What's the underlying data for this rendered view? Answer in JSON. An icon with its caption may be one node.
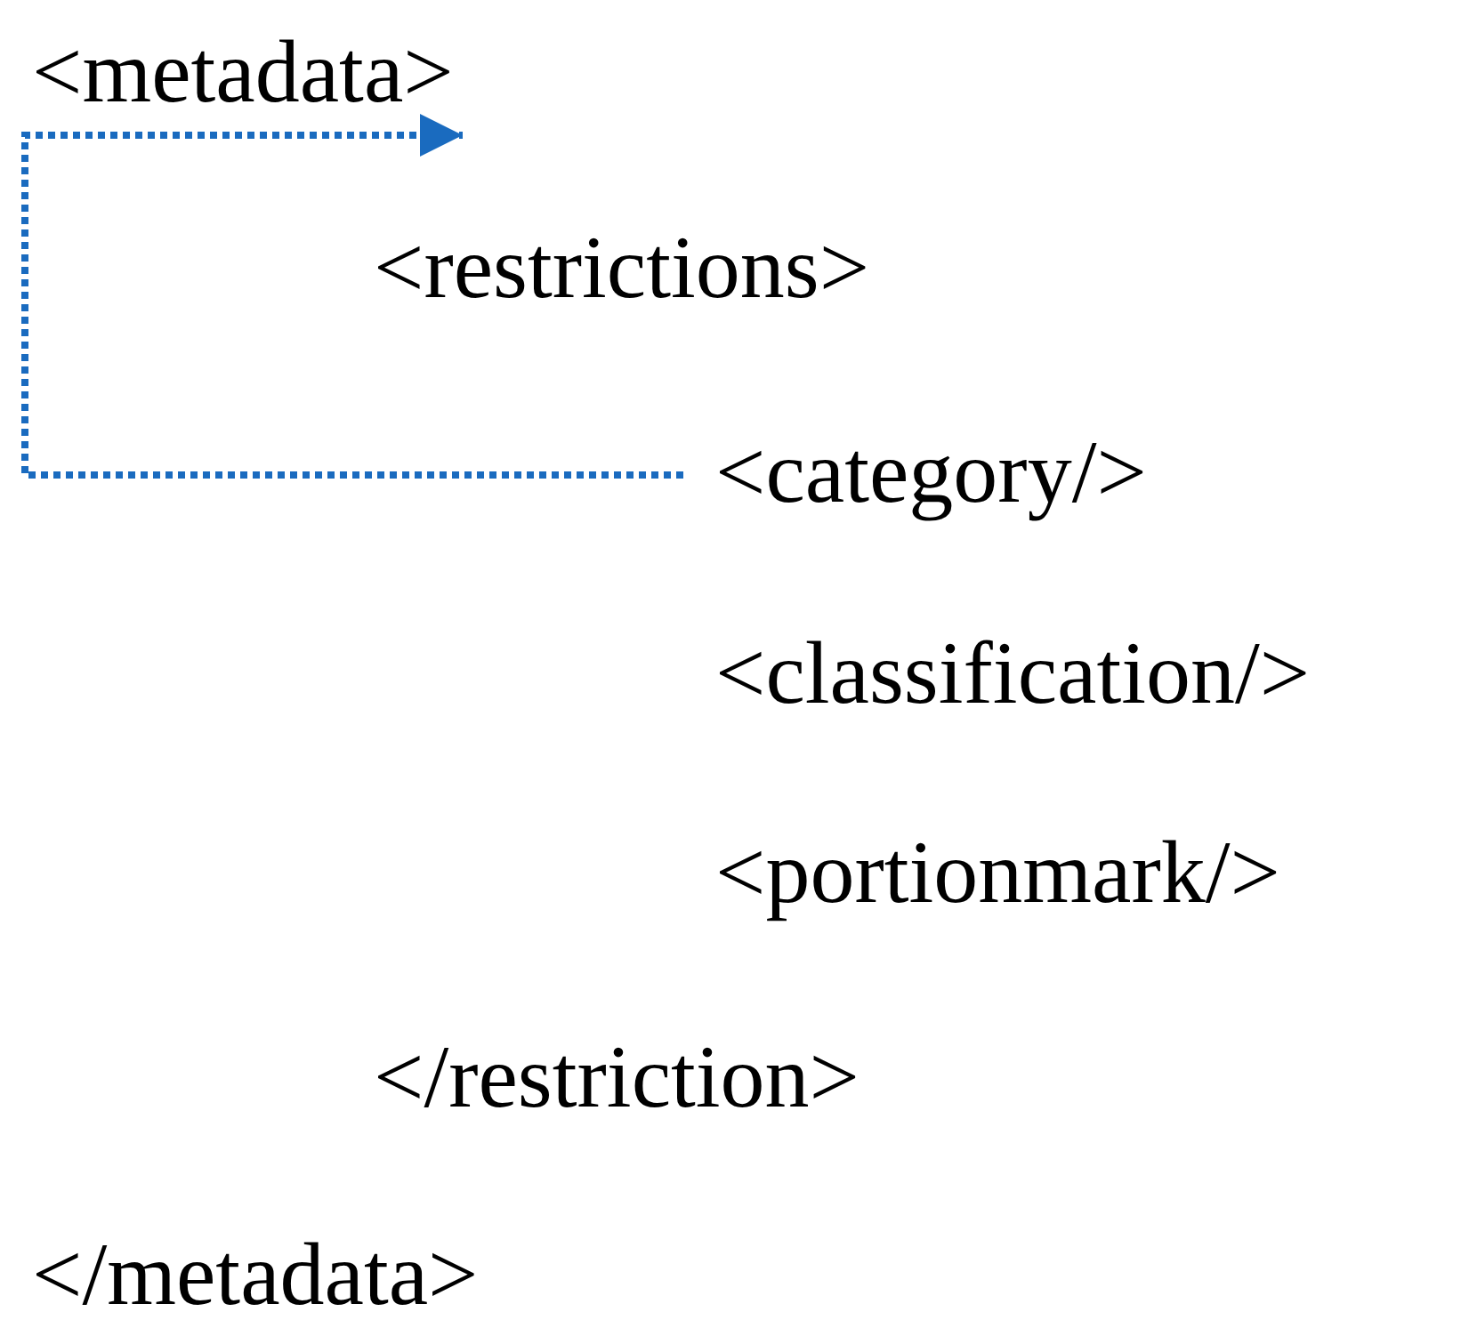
{
  "diagram": {
    "nodes": [
      {
        "text": [
          "<metadata>"
        ]
      },
      {
        "text": [
          "<category/>"
        ]
      }
    ],
    "edges": [
      {
        "from": 1,
        "to": 0,
        "arrow": "to",
        "style": "dashed",
        "color": "#1a6bbf"
      }
    ],
    "labels": [
      "<restrictions>",
      "<classification/>",
      "<portionmark/>",
      "</restriction>",
      "</metadata>"
    ]
  }
}
